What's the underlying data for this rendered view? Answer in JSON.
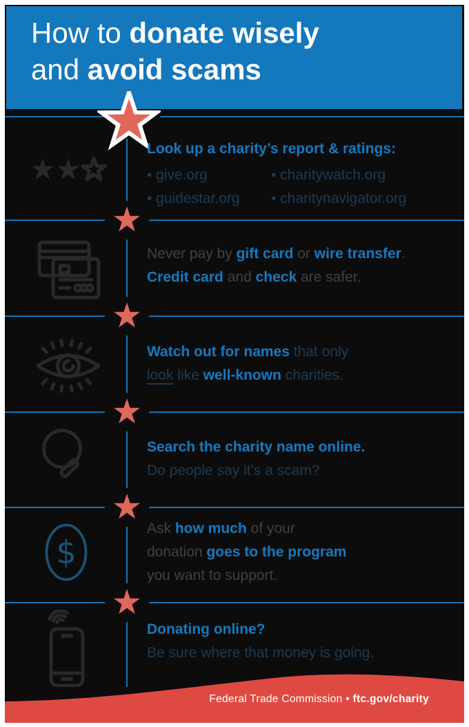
{
  "colors": {
    "bg_dark": "#0c0c0d",
    "header_blue": "#1478bc",
    "line_blue": "#1a72b4",
    "accent_blue": "#1779bf",
    "navy": "#1e3b52",
    "gray": "#414144",
    "star_salmon": "#e0685b",
    "footer_red": "#de4a42",
    "icon_dark": "#29292c",
    "icon_blue": "#1d5274",
    "white": "#ffffff"
  },
  "title": {
    "line1": [
      {
        "t": "How to ",
        "s": "r"
      },
      {
        "t": "donate wisely",
        "s": "b"
      }
    ],
    "line2": [
      {
        "t": "and ",
        "s": "r"
      },
      {
        "t": "avoid scams",
        "s": "b"
      }
    ]
  },
  "icons": {
    "section_icons": [
      "star-rating-icon",
      "credit-cards-icon",
      "eye-icon",
      "magnifying-glass-icon",
      "dollar-circle-icon",
      "smartphone-donation-icon"
    ],
    "timeline_marker": "star-icon"
  },
  "sections": [
    {
      "name": "ratings",
      "heading": [
        {
          "t": "Look up a charity’s report & ratings:",
          "s": "bb"
        }
      ],
      "bullets": [
        "• give.org",
        "• charitywatch.org",
        "• guidestar.org",
        "• charitynavigator.org"
      ]
    },
    {
      "name": "payment",
      "line1": [
        {
          "t": "Never pay by ",
          "s": "r"
        },
        {
          "t": "gift card",
          "s": "bb"
        },
        {
          "t": " or ",
          "s": "r"
        },
        {
          "t": "wire transfer",
          "s": "bb"
        },
        {
          "t": ".",
          "s": "r"
        }
      ],
      "line2": [
        {
          "t": "Credit card",
          "s": "bb"
        },
        {
          "t": " and ",
          "s": "r"
        },
        {
          "t": "check",
          "s": "bb"
        },
        {
          "t": " are safer.",
          "s": "r"
        }
      ]
    },
    {
      "name": "lookalike-names",
      "line1": [
        {
          "t": "Watch out for names",
          "s": "bb"
        },
        {
          "t": " that only",
          "s": "r"
        }
      ],
      "line2": [
        {
          "t": "look",
          "s": "u"
        },
        {
          "t": " like ",
          "s": "r"
        },
        {
          "t": "well-known",
          "s": "bb"
        },
        {
          "t": " charities.",
          "s": "r"
        }
      ]
    },
    {
      "name": "search",
      "line1": [
        {
          "t": "Search the charity name online.",
          "s": "bb"
        }
      ],
      "line2": [
        {
          "t": "Do people say it’s a scam?",
          "s": "r"
        }
      ]
    },
    {
      "name": "donation-program",
      "line1": [
        {
          "t": "Ask ",
          "s": "r"
        },
        {
          "t": "how much",
          "s": "bb"
        },
        {
          "t": " of your",
          "s": "r"
        }
      ],
      "line2": [
        {
          "t": "donation ",
          "s": "r"
        },
        {
          "t": "goes to the program",
          "s": "bb"
        }
      ],
      "line3": [
        {
          "t": "you want to support.",
          "s": "r"
        }
      ]
    },
    {
      "name": "online-donation",
      "line1": [
        {
          "t": "Donating online?",
          "s": "bb"
        }
      ],
      "line2": [
        {
          "t": "Be sure where that money is going.",
          "s": "r"
        }
      ]
    }
  ],
  "footer": {
    "segments": [
      {
        "t": "Federal Trade Commission • ",
        "s": "r"
      },
      {
        "t": "ftc.gov/charity",
        "s": "b"
      }
    ]
  }
}
